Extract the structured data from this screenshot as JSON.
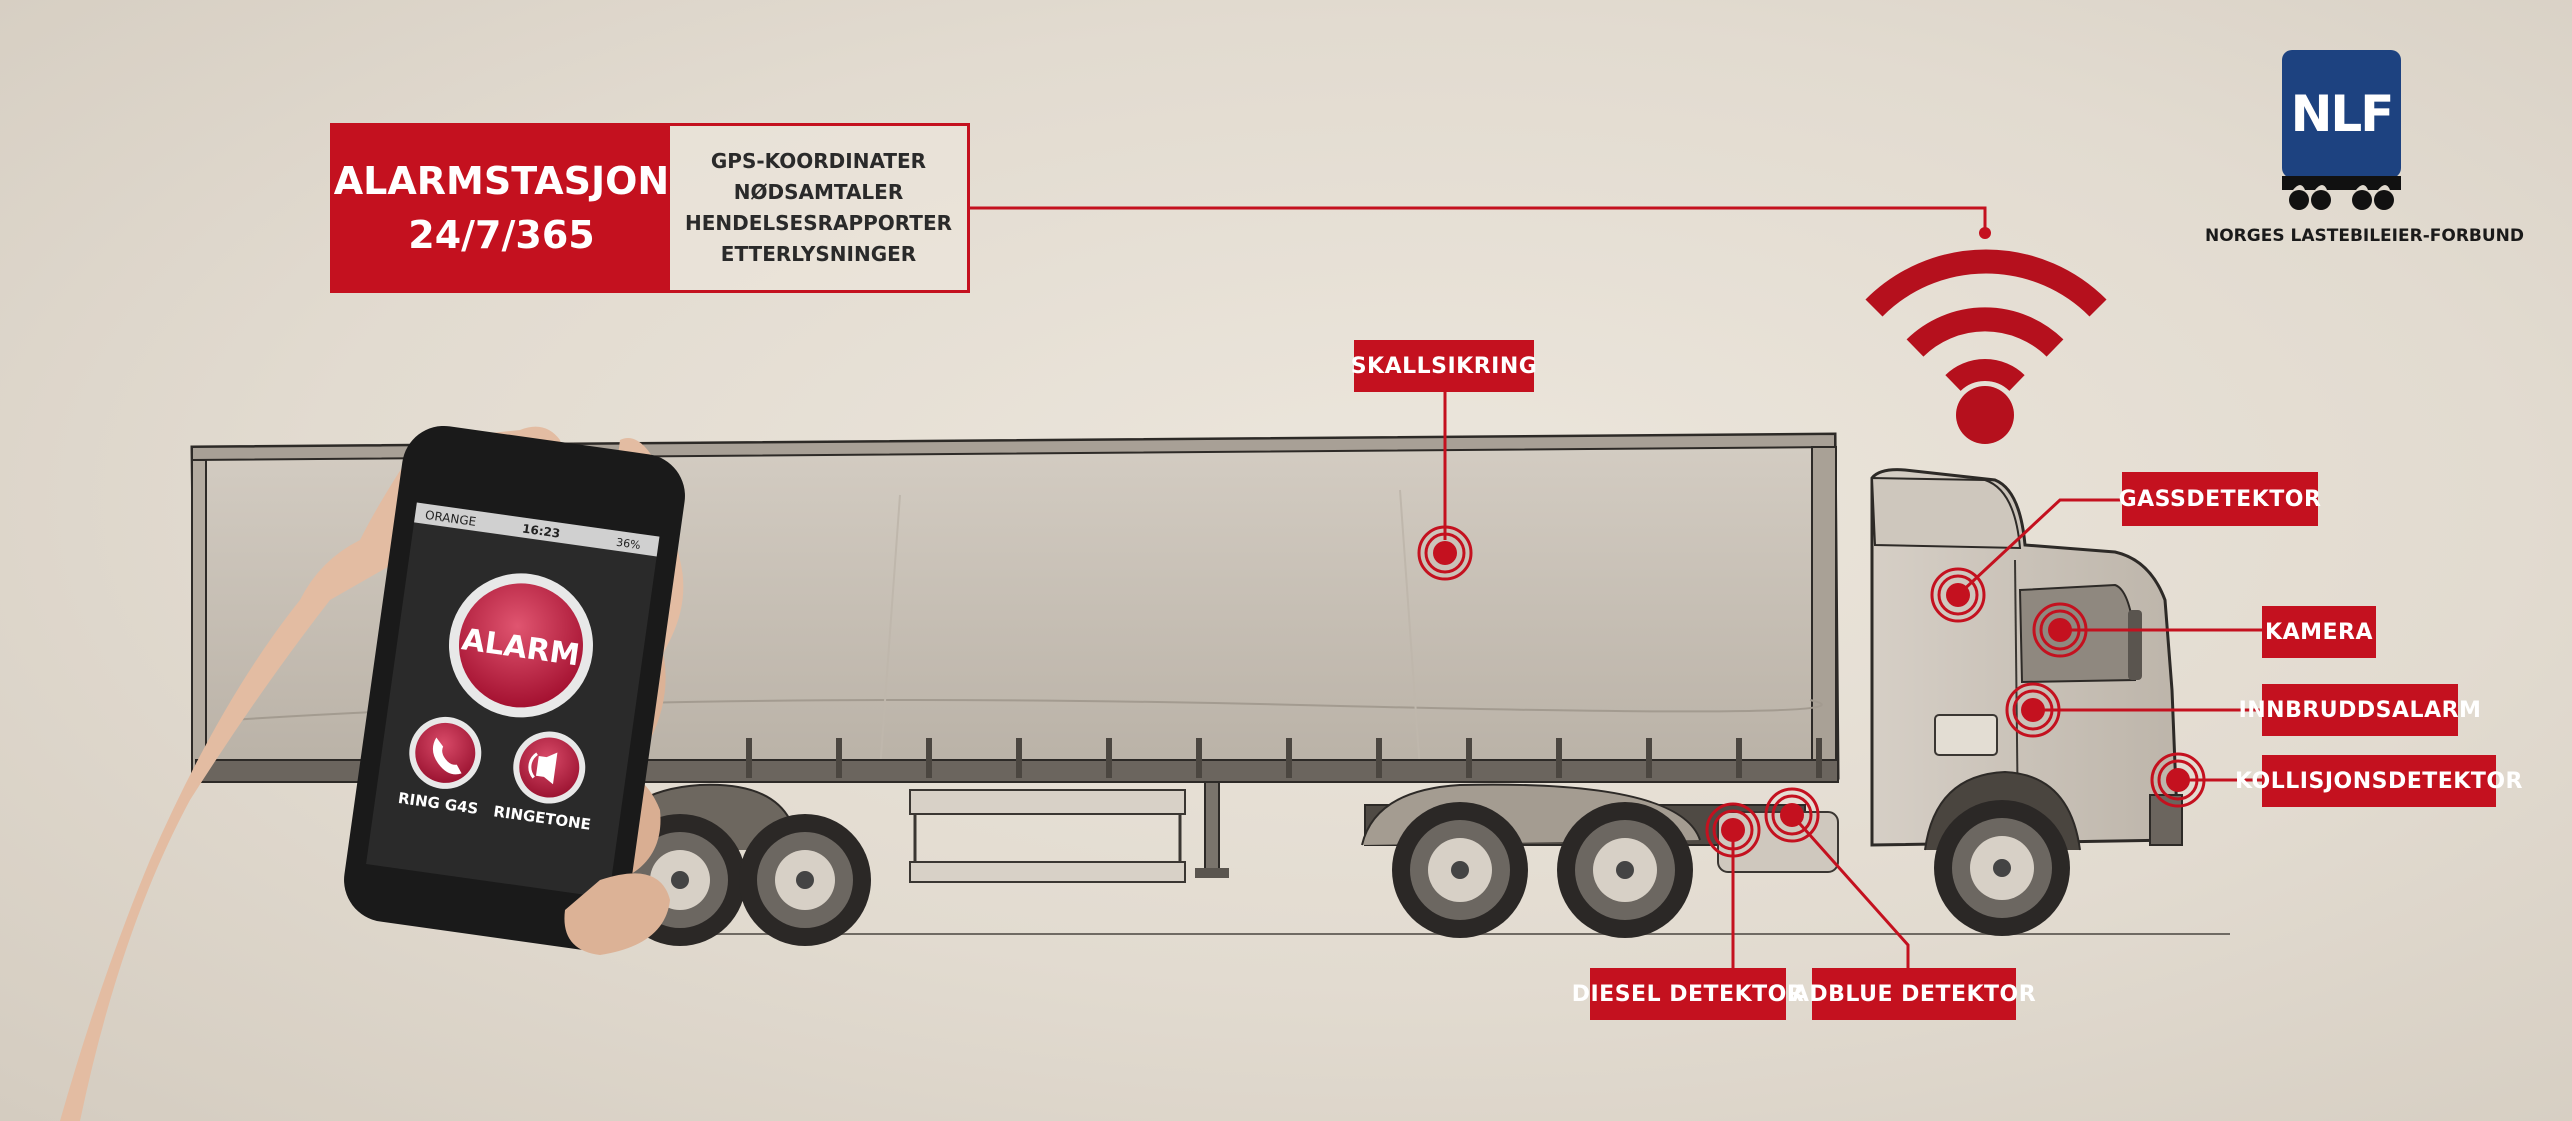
{
  "alarm_station": {
    "title_line1": "ALARMSTASJON",
    "title_line2": "24/7/365",
    "services": [
      "GPS-KOORDINATER",
      "NØDSAMTALER",
      "HENDELSESRAPPORTER",
      "ETTERLYSNINGER"
    ]
  },
  "logo": {
    "initials": "NLF",
    "caption": "NORGES LASTEBILEIER-FORBUND",
    "badge_color": "#1d4280"
  },
  "sensors": [
    {
      "id": "skallsikring",
      "label": "SKALLSIKRING"
    },
    {
      "id": "gassdetektor",
      "label": "GASSDETEKTOR"
    },
    {
      "id": "kamera",
      "label": "KAMERA"
    },
    {
      "id": "innbruddsalarm",
      "label": "INNBRUDDSALARM"
    },
    {
      "id": "kollisjonsdetektor",
      "label": "KOLLISJONSDETEKTOR"
    },
    {
      "id": "diesel",
      "label": "DIESEL DETEKTOR"
    },
    {
      "id": "adblue",
      "label": "ADBLUE DETEKTOR"
    }
  ],
  "phone": {
    "carrier": "ORANGE",
    "time": "16:23",
    "battery": "36%",
    "alarm_button": "ALARM",
    "call_button": "RING G4S",
    "ringtone_button": "RINGETONE"
  },
  "colors": {
    "accent": "#c4111f",
    "brand_blue": "#1d4280"
  }
}
